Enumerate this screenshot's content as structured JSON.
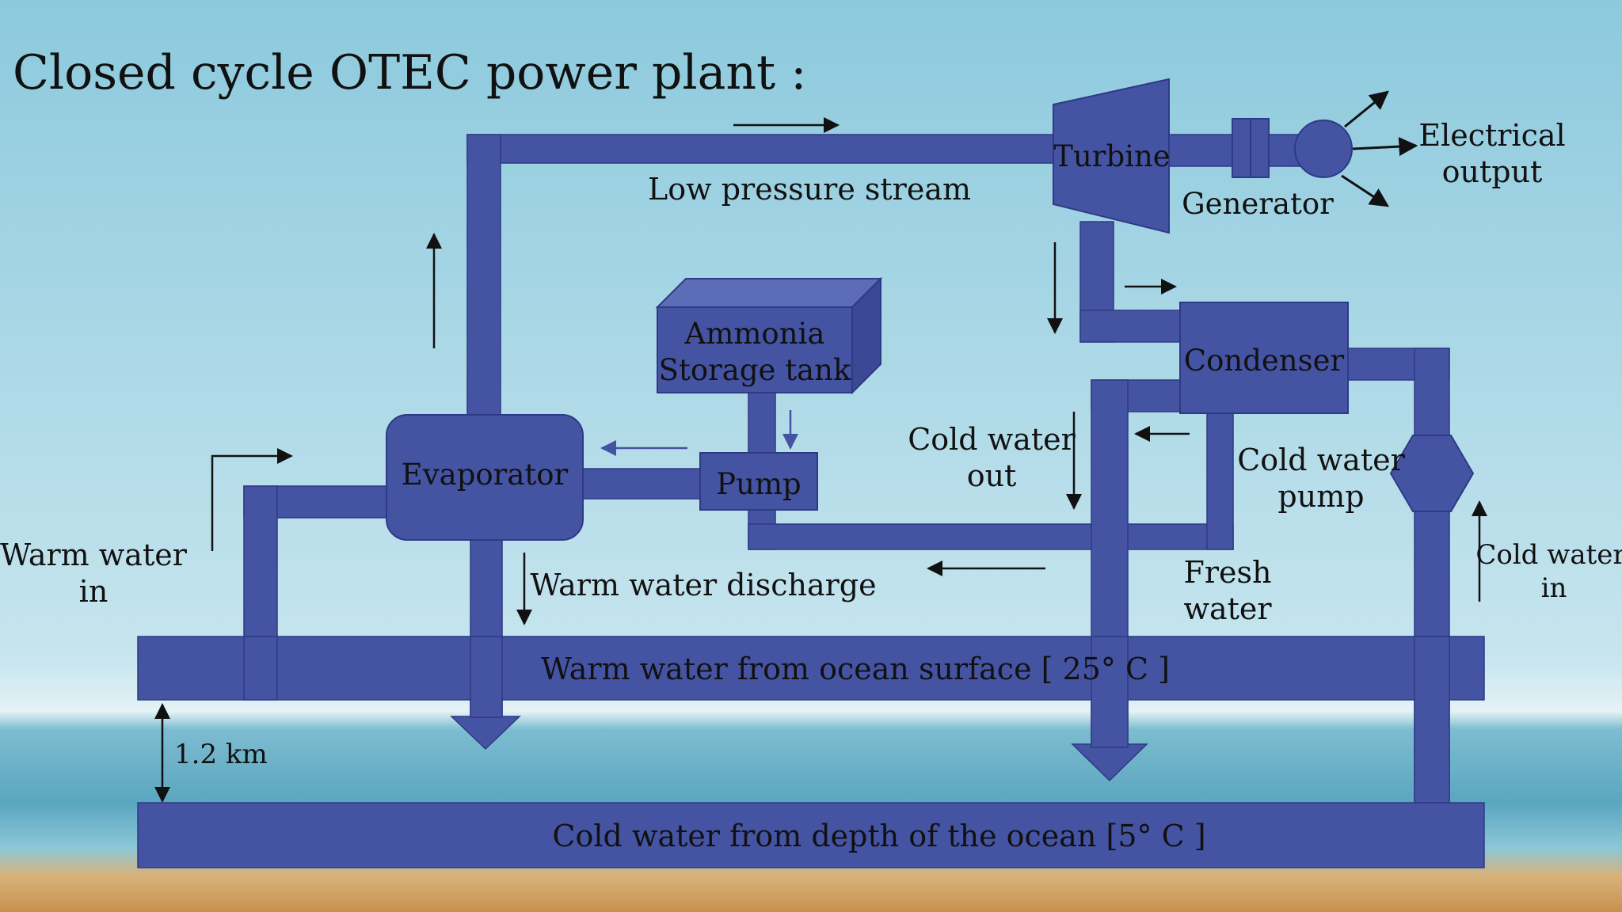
{
  "title": "Closed cycle OTEC power plant :",
  "colors": {
    "pipe": "#4553a3",
    "pipe_stroke": "#2e3a85",
    "sky_top": "#8fcde0",
    "sky_bottom": "#d9edf2",
    "sea": "#6fb4cc",
    "sand": "#d9a868"
  },
  "components": {
    "turbine": "Turbine",
    "generator": "Generator",
    "tank_line1": "Ammonia",
    "tank_line2": "Storage tank",
    "evaporator": "Evaporator",
    "pump": "Pump",
    "condenser": "Condenser",
    "cold_pump_line1": "Cold water",
    "cold_pump_line2": "pump"
  },
  "labels": {
    "low_pressure": "Low pressure stream",
    "electrical_line1": "Electrical",
    "electrical_line2": "output",
    "warm_in_line1": "Warm water",
    "warm_in_line2": "in",
    "warm_discharge": "Warm water discharge",
    "cold_out_line1": "Cold water",
    "cold_out_line2": "out",
    "fresh_line1": "Fresh",
    "fresh_line2": "water",
    "cold_in_line1": "Cold water",
    "cold_in_line2": "in",
    "warm_bar": "Warm water from ocean surface [ 25° C ]",
    "cold_bar": "Cold water from depth of the ocean [5° C ]",
    "depth": "1.2 km"
  }
}
